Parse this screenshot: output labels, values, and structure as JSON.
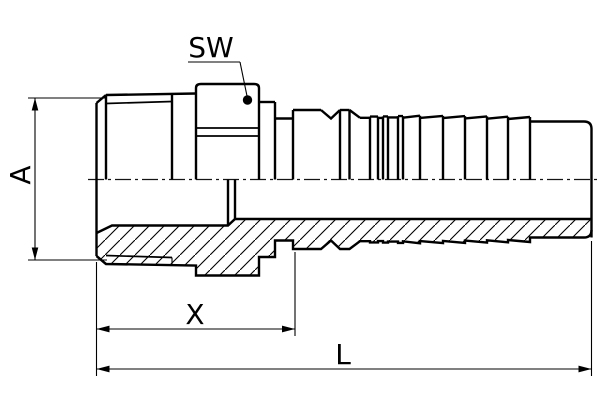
{
  "drawing": {
    "labels": {
      "sw": "SW",
      "a": "A",
      "x": "X",
      "l": "L"
    },
    "colors": {
      "line": "#000000",
      "background": "#ffffff"
    }
  }
}
